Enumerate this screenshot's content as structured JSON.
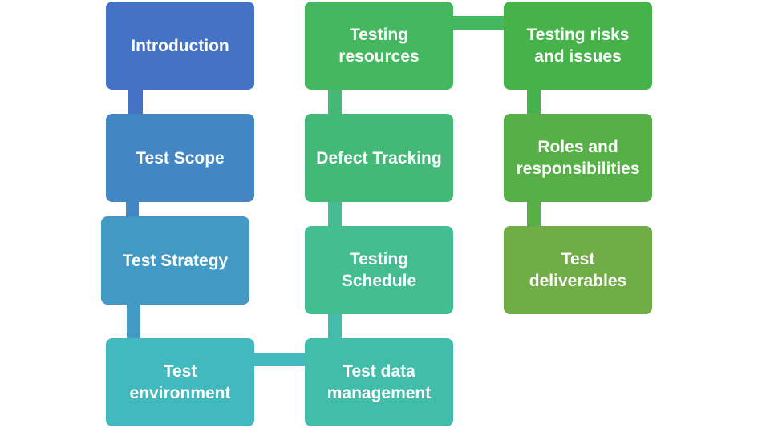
{
  "diagram": {
    "type": "vertical-chevron-process",
    "flow": "snake",
    "steps": [
      {
        "id": "introduction",
        "label": "Introduction",
        "color": "#4472C4"
      },
      {
        "id": "test-scope",
        "label": "Test Scope",
        "color": "#4287C4"
      },
      {
        "id": "test-strategy",
        "label": "Test Strategy",
        "color": "#429AC4"
      },
      {
        "id": "test-environment",
        "label": "Test environment",
        "color": "#41B9BF"
      },
      {
        "id": "test-data-management",
        "label": "Test data management",
        "color": "#41BDA9"
      },
      {
        "id": "testing-schedule",
        "label": "Testing Schedule",
        "color": "#43BD91"
      },
      {
        "id": "defect-tracking",
        "label": "Defect Tracking",
        "color": "#43B877"
      },
      {
        "id": "testing-resources",
        "label": "Testing resources",
        "color": "#44B85F"
      },
      {
        "id": "testing-risks-and-issues",
        "label": "Testing risks and issues",
        "color": "#45B24A"
      },
      {
        "id": "roles-and-responsibilities",
        "label": "Roles and responsibilities",
        "color": "#56AF47"
      },
      {
        "id": "test-deliverables",
        "label": "Test deliverables",
        "color": "#70AD47"
      }
    ],
    "connectors": [
      {
        "from": "introduction",
        "to": "test-scope",
        "color": "#4472C4"
      },
      {
        "from": "test-scope",
        "to": "test-strategy",
        "color": "#4287C4"
      },
      {
        "from": "test-strategy",
        "to": "test-environment",
        "color": "#429AC4"
      },
      {
        "from": "test-environment",
        "to": "test-data-management",
        "color": "#41B9BF"
      },
      {
        "from": "test-data-management",
        "to": "testing-schedule",
        "color": "#41BDA9"
      },
      {
        "from": "testing-schedule",
        "to": "defect-tracking",
        "color": "#43BD91"
      },
      {
        "from": "defect-tracking",
        "to": "testing-resources",
        "color": "#43B877"
      },
      {
        "from": "testing-resources",
        "to": "testing-risks-and-issues",
        "color": "#44B85F"
      },
      {
        "from": "testing-risks-and-issues",
        "to": "roles-and-responsibilities",
        "color": "#45B24A"
      },
      {
        "from": "roles-and-responsibilities",
        "to": "test-deliverables",
        "color": "#56AF47"
      }
    ]
  }
}
